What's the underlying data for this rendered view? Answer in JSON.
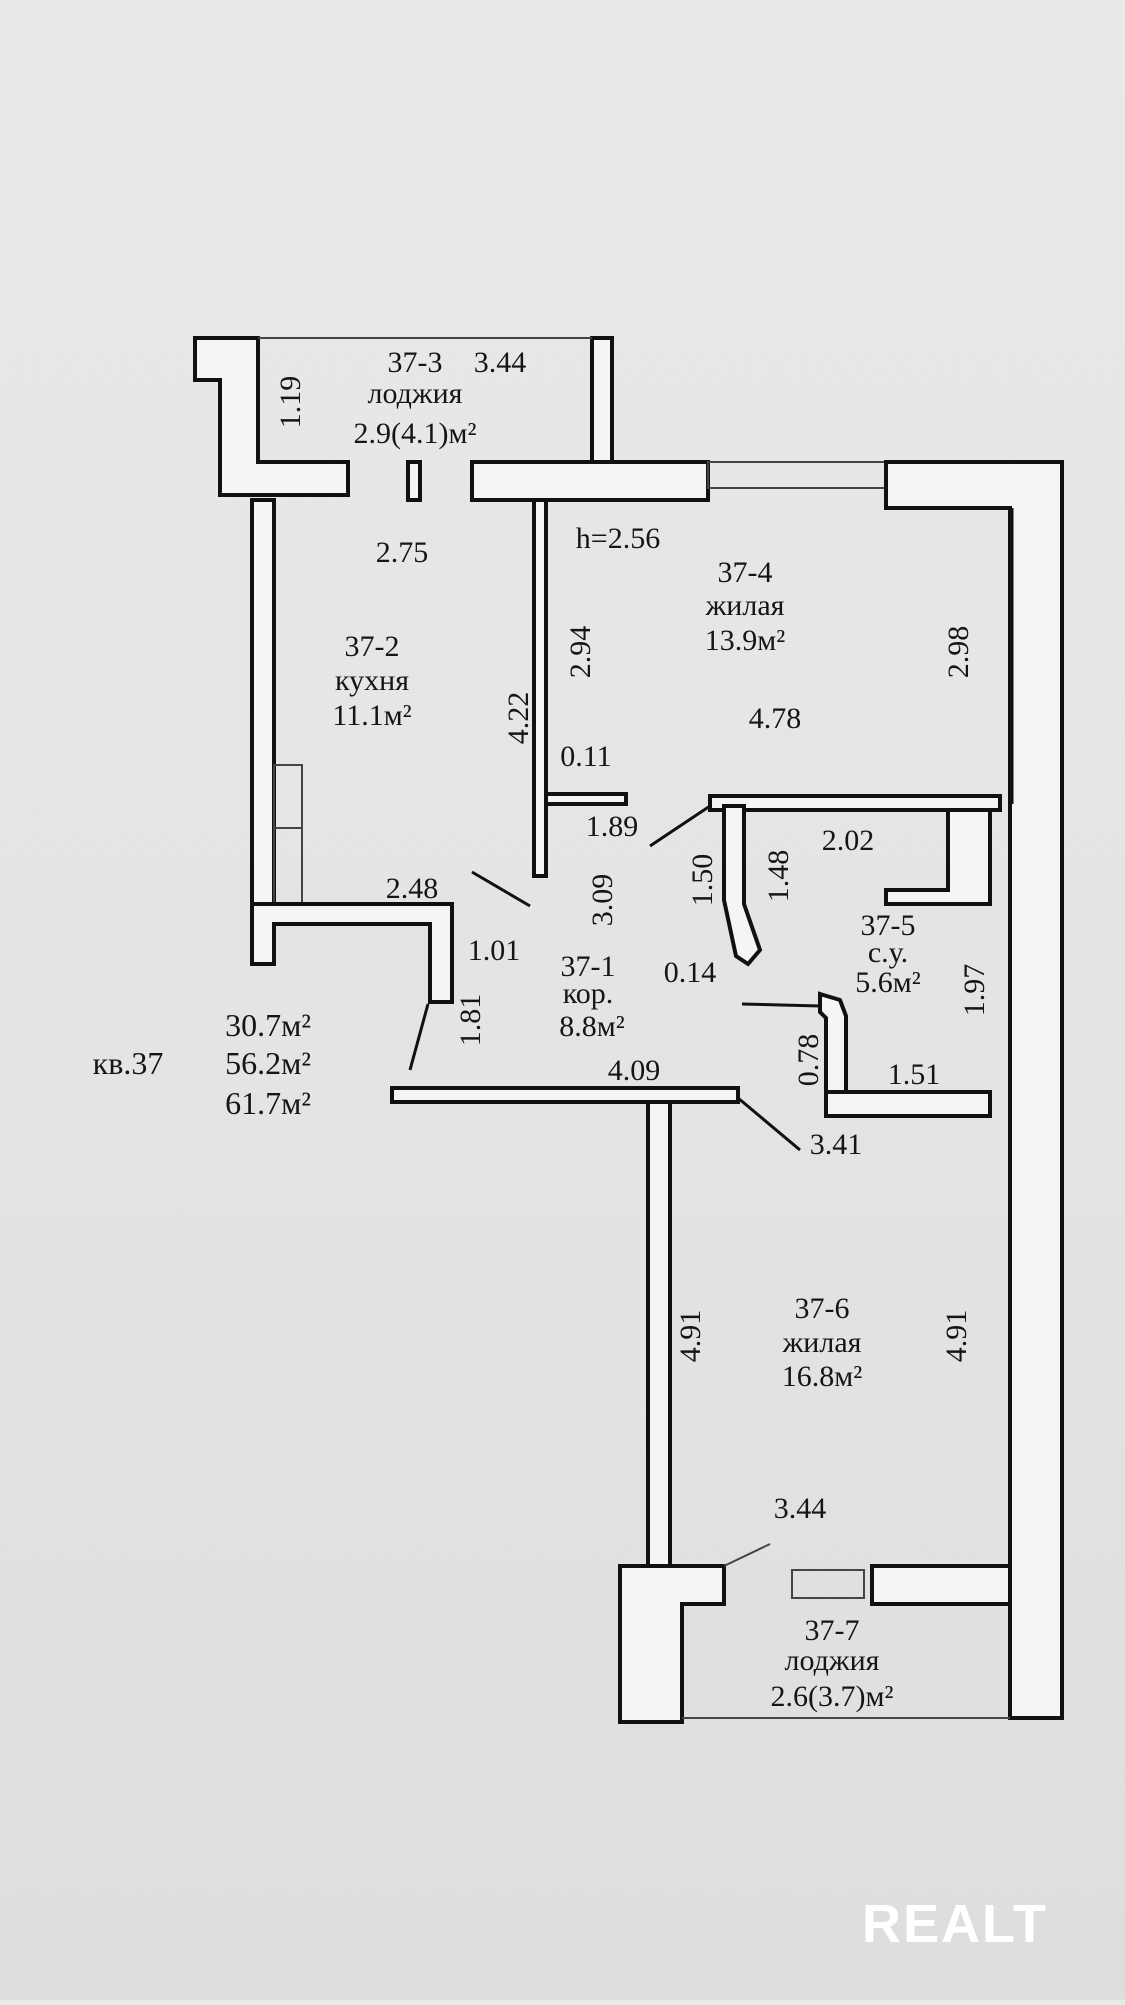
{
  "apartment": {
    "label": "кв.37",
    "living_area": "30.7м²",
    "total_area": "56.2м²",
    "total_with_loggias": "61.7м²"
  },
  "ceiling_height": "h=2.56",
  "rooms": [
    {
      "id": "37-1",
      "name": "кор.",
      "area": "8.8м²"
    },
    {
      "id": "37-2",
      "name": "кухня",
      "area": "11.1м²"
    },
    {
      "id": "37-3",
      "name": "лоджия",
      "area": "2.9(4.1)м²"
    },
    {
      "id": "37-4",
      "name": "жилая",
      "area": "13.9м²"
    },
    {
      "id": "37-5",
      "name": "с.у.",
      "area": "5.6м²"
    },
    {
      "id": "37-6",
      "name": "жилая",
      "area": "16.8м²"
    },
    {
      "id": "37-7",
      "name": "лоджия",
      "area": "2.6(3.7)м²"
    }
  ],
  "dimensions": {
    "loggia_top_width": "3.44",
    "loggia_top_depth": "1.19",
    "kitchen_width": "2.75",
    "kitchen_length": "4.22",
    "kitchen_bottom": "2.48",
    "living1_depth_left": "2.94",
    "living1_width": "4.78",
    "living1_depth_right": "2.98",
    "niche_small": "0.11",
    "corridor_diag": "1.89",
    "bath_width": "2.02",
    "bath_wall_a": "1.50",
    "bath_wall_b": "1.48",
    "corridor_length": "3.09",
    "doorway": "1.01",
    "corridor_side": "1.81",
    "jog": "0.14",
    "bath_height": "1.97",
    "bath_niche": "0.78",
    "bath_bottom": "1.51",
    "corridor_bottom": "4.09",
    "living2_top": "3.41",
    "living2_left": "4.91",
    "living2_right": "4.91",
    "living2_bottom": "3.44"
  },
  "watermark": "REALT",
  "colors": {
    "paper": "#e6e6e4",
    "ink": "#111111",
    "wall_fill": "#f5f5f3"
  }
}
